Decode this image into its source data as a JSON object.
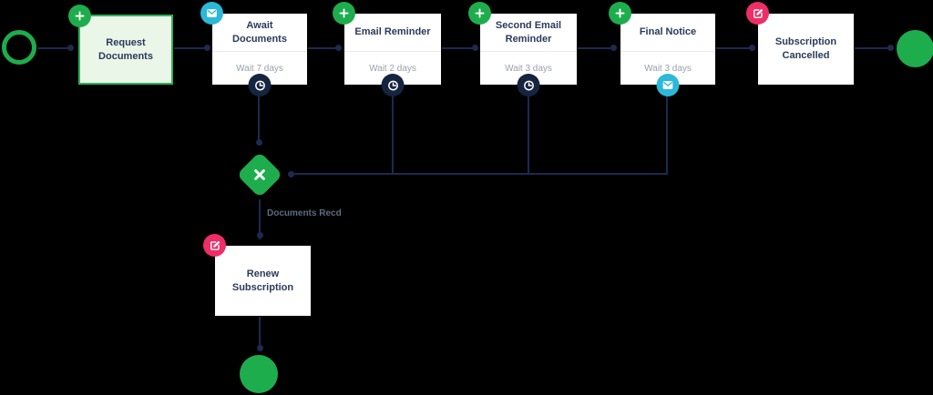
{
  "colors": {
    "bg": "#000000",
    "green": "#1ead4d",
    "green_light": "#eaf6e8",
    "green_border": "#2eb157",
    "teal": "#2bb8d9",
    "pink": "#ee2e66",
    "navy_badge": "#15243f",
    "line": "#1b2a4e",
    "title": "#2b3a5c",
    "muted": "#9aa0ac",
    "divider": "#e8e9ed",
    "branch_label": "#5c6b80"
  },
  "icons": {
    "plus": "plus-icon",
    "mail": "mail-icon",
    "clock": "clock-icon",
    "edit": "edit-icon",
    "gateway_cross": "x-cross-icon",
    "start": "start-event-circle",
    "end": "end-event-circle"
  },
  "diagram": {
    "nodes": {
      "request_documents": {
        "title": "Request Documents"
      },
      "await_documents": {
        "title": "Await Documents",
        "wait_label": "Wait 7 days"
      },
      "email_reminder": {
        "title": "Email Reminder",
        "wait_label": "Wait 2 days"
      },
      "second_email_reminder": {
        "title": "Second Email Reminder",
        "wait_label": "Wait 3 days"
      },
      "final_notice": {
        "title": "Final Notice",
        "wait_label": "Wait 3 days"
      },
      "subscription_cancelled": {
        "title": "Subscription Cancelled"
      },
      "renew_subscription": {
        "title": "Renew Subscription"
      }
    },
    "gateway": {
      "branch_label": "Documents Recd"
    }
  }
}
